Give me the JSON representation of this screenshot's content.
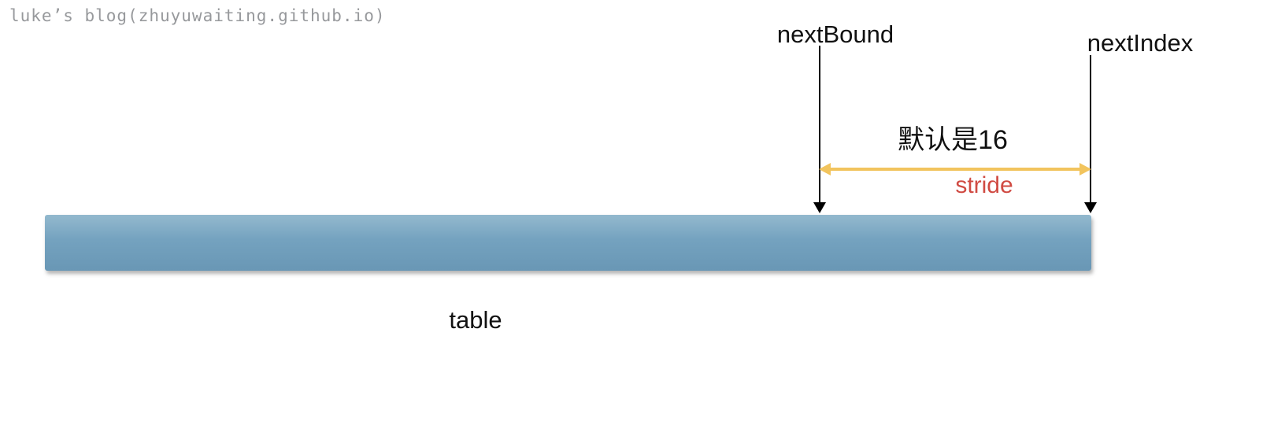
{
  "watermark": "luke’s blog(zhuyuwaiting.github.io)",
  "diagram": {
    "pointers": [
      {
        "id": "nextBound",
        "label": "nextBound"
      },
      {
        "id": "nextIndex",
        "label": "nextIndex"
      }
    ],
    "span": {
      "annotation": "默认是16",
      "label": "stride"
    },
    "bar_label": "table"
  },
  "colors": {
    "watermark_gray": "#97999c",
    "text_black": "#111111",
    "arrow_black": "#000000",
    "span_yellow": "#f2c45d",
    "stride_red": "#d04a42",
    "bar_top": "#93b9ce",
    "bar_mid": "#74a2bf",
    "bar_bottom": "#6997b5"
  }
}
